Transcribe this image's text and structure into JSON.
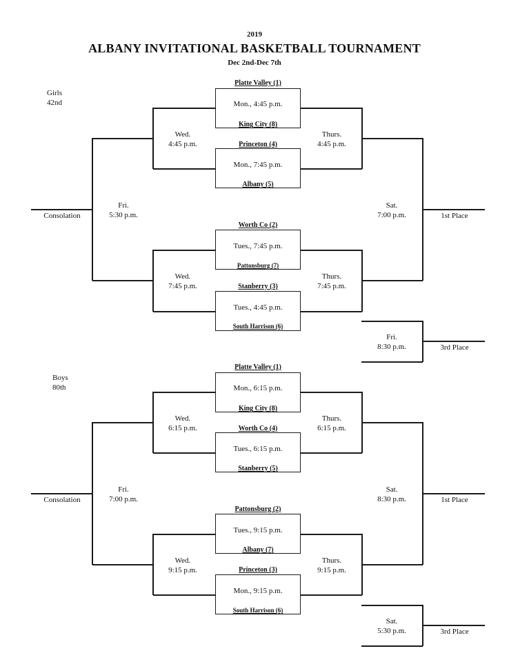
{
  "header": {
    "year": "2019",
    "title": "ALBANY INVITATIONAL BASKETBALL TOURNAMENT",
    "dates": "Dec 2nd-Dec 7th"
  },
  "girls": {
    "division": "Girls",
    "note": "42nd",
    "teams": {
      "t1": "Platte Valley (1)",
      "t8": "King City (8)",
      "t4": "Princeton (4)",
      "t5": "Albany (5)",
      "t2": "Worth Co (2)",
      "t7": "Pattonsburg (7)",
      "t3": "Stanberry (3)",
      "t6": "South Harrison (6)"
    },
    "games": {
      "g1": "Mon., 4:45 p.m.",
      "g2": "Mon., 7:45 p.m.",
      "g3": "Tues., 7:45 p.m.",
      "g4": "Tues., 4:45 p.m.",
      "wed_top_day": "Wed.",
      "wed_top_time": "4:45 p.m.",
      "wed_bot_day": "Wed.",
      "wed_bot_time": "7:45 p.m.",
      "thu_top_day": "Thurs.",
      "thu_top_time": "4:45 p.m.",
      "thu_bot_day": "Thurs.",
      "thu_bot_time": "7:45 p.m.",
      "consolation_day": "Fri.",
      "consolation_time": "5:30 p.m.",
      "final_day": "Sat.",
      "final_time": "7:00 p.m.",
      "third_day": "Fri.",
      "third_time": "8:30 p.m."
    },
    "results": {
      "consolation": "Consolation",
      "first": "1st Place",
      "third": "3rd Place"
    }
  },
  "boys": {
    "division": "Boys",
    "note": "80th",
    "teams": {
      "t1": "Platte Valley (1)",
      "t8": "King City (8)",
      "t4": "Worth Co (4)",
      "t5": "Stanberry (5)",
      "t2": "Pattonsburg (2)",
      "t7": "Albany (7)",
      "t3": "Princeton (3)",
      "t6": "South Harrison (6)"
    },
    "games": {
      "g1": "Mon., 6:15 p.m.",
      "g2": "Tues., 6:15 p.m.",
      "g3": "Tues., 9:15 p.m.",
      "g4": "Mon., 9:15 p.m.",
      "wed_top_day": "Wed.",
      "wed_top_time": "6:15 p.m.",
      "wed_bot_day": "Wed.",
      "wed_bot_time": "9:15 p.m.",
      "thu_top_day": "Thurs.",
      "thu_top_time": "6:15 p.m.",
      "thu_bot_day": "Thurs.",
      "thu_bot_time": "9:15 p.m.",
      "consolation_day": "Fri.",
      "consolation_time": "7:00 p.m.",
      "final_day": "Sat.",
      "final_time": "8:30 p.m.",
      "third_day": "Sat.",
      "third_time": "5:30 p.m."
    },
    "results": {
      "consolation": "Consolation",
      "first": "1st Place",
      "third": "3rd Place"
    }
  }
}
